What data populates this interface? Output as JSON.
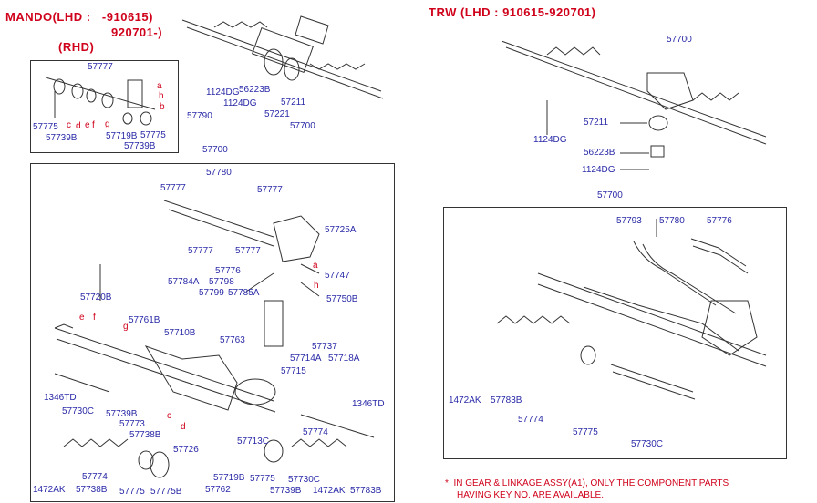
{
  "headers": {
    "mando_line1": "MANDO(LHD :   -910615)",
    "mando_line2": "920701-)",
    "rhd": "(RHD)",
    "trw": "TRW (LHD : 910615-920701)"
  },
  "note": {
    "line1": "*  IN GEAR & LINKAGE ASSY(A1), ONLY THE COMPONENT PARTS",
    "line2": "HAVING KEY NO. ARE AVAILABLE."
  },
  "labels": {
    "l1124dg_a": "1124DG",
    "l56223b_a": "56223B",
    "l1124dg_b": "1124DG",
    "l57211_a": "57211",
    "l57221": "57221",
    "l57700_a": "57700",
    "l57777_rhd": "57777",
    "l57790": "57790",
    "l57775_rhd_a": "57775",
    "l57739b_rhd_a": "57739B",
    "l57719b_rhd": "57719B",
    "l57775_rhd_b": "57775",
    "l57739b_rhd_b": "57739B",
    "l57700_b": "57700",
    "l57780_a": "57780",
    "l57777_a": "57777",
    "l57777_b": "57777",
    "l57725a": "57725A",
    "l57777_c": "57777",
    "l57777_d": "57777",
    "l57776_a": "57776",
    "l57747": "57747",
    "l57784a": "57784A",
    "l57798": "57798",
    "l57785a": "57785A",
    "l57799": "57799",
    "l57750b": "57750B",
    "l57720b": "57720B",
    "l57761b": "57761B",
    "l57710b": "57710B",
    "l57763": "57763",
    "l57737": "57737",
    "l57714a": "57714A",
    "l57718a": "57718A",
    "l57715": "57715",
    "l1346td_a": "1346TD",
    "l57730c_a": "57730C",
    "l57739b_a": "57739B",
    "l57773": "57773",
    "l57738b": "57738B",
    "l57726": "57726",
    "l1346td_b": "1346TD",
    "l57774_a": "57774",
    "l57713c": "57713C",
    "l57719b": "57719B",
    "l57762": "57762",
    "l57775_a": "57775",
    "l57730c_b": "57730C",
    "l57774_b": "57774",
    "l1472ak_a": "1472AK",
    "l57738b_2": "57738B",
    "l57775_b": "57775",
    "l57775b": "57775B",
    "l57739b_b": "57739B",
    "l1472ak_b": "1472AK",
    "l57783b_a": "57783B",
    "l57700_t1": "57700",
    "l1124dg_t1": "1124DG",
    "l57211_t": "57211",
    "l56223b_t": "56223B",
    "l1124dg_t2": "1124DG",
    "l57700_t2": "57700",
    "l57793": "57793",
    "l57780_t": "57780",
    "l57776_t": "57776",
    "l1472ak_t": "1472AK",
    "l57783b_t": "57783B",
    "l57774_t": "57774",
    "l57775_t": "57775",
    "l57730c_t": "57730C"
  },
  "letters": {
    "a1": "a",
    "h1": "h",
    "b1": "b",
    "c1": "c",
    "d1": "d",
    "e1": "e",
    "f1": "f",
    "g1": "g",
    "a2": "a",
    "h2": "h",
    "e2": "e",
    "f2": "f",
    "g2": "g",
    "c2": "c",
    "d2": "d"
  },
  "colors": {
    "header": "#d0021b",
    "label": "#2a2aa8",
    "line": "#333333"
  }
}
